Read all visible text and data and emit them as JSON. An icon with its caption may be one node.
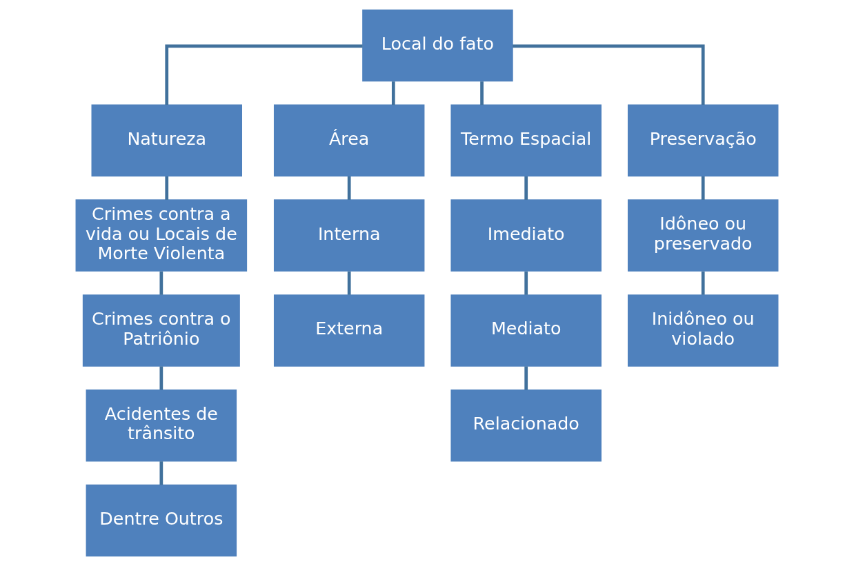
{
  "diagram": {
    "nodes": [
      {
        "text": [
          "Local do fato"
        ]
      },
      {
        "text": [
          "Natureza"
        ]
      },
      {
        "text": [
          "Área"
        ]
      },
      {
        "text": [
          "Termo Espacial"
        ]
      },
      {
        "text": [
          "Preservação"
        ]
      },
      {
        "text": [
          "Crimes contra a vida ou Locais de Morte Violenta"
        ]
      },
      {
        "text": [
          "Crimes contra o Patriônio"
        ]
      },
      {
        "text": [
          "Acidentes de trânsito"
        ]
      },
      {
        "text": [
          "Dentre Outros"
        ]
      },
      {
        "text": [
          "Interna"
        ]
      },
      {
        "text": [
          "Externa"
        ]
      },
      {
        "text": [
          "Imediato"
        ]
      },
      {
        "text": [
          "Mediato"
        ]
      },
      {
        "text": [
          "Relacionado"
        ]
      },
      {
        "text": [
          "Idôneo ou preservado"
        ]
      },
      {
        "text": [
          "Inidôneo ou violado"
        ]
      }
    ],
    "edges": [
      {
        "from": 0,
        "to": 1,
        "arrow": "none"
      },
      {
        "from": 0,
        "to": 2,
        "arrow": "none"
      },
      {
        "from": 0,
        "to": 3,
        "arrow": "none"
      },
      {
        "from": 0,
        "to": 4,
        "arrow": "none"
      },
      {
        "from": 1,
        "to": 5,
        "arrow": "none"
      },
      {
        "from": 5,
        "to": 6,
        "arrow": "none"
      },
      {
        "from": 6,
        "to": 7,
        "arrow": "none"
      },
      {
        "from": 7,
        "to": 8,
        "arrow": "none"
      },
      {
        "from": 2,
        "to": 9,
        "arrow": "none"
      },
      {
        "from": 9,
        "to": 10,
        "arrow": "none"
      },
      {
        "from": 3,
        "to": 11,
        "arrow": "none"
      },
      {
        "from": 11,
        "to": 12,
        "arrow": "none"
      },
      {
        "from": 12,
        "to": 13,
        "arrow": "none"
      },
      {
        "from": 4,
        "to": 14,
        "arrow": "none"
      },
      {
        "from": 14,
        "to": 15,
        "arrow": "none"
      }
    ]
  }
}
